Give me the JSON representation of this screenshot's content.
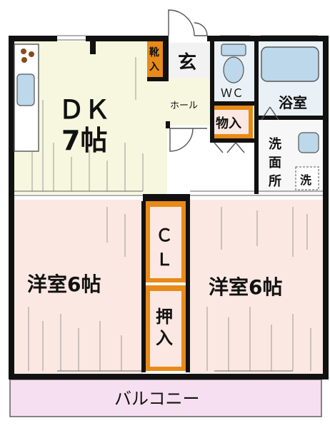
{
  "rooms": {
    "dk": {
      "line1": "ＤＫ",
      "line2": "7帖"
    },
    "genkan": "玄",
    "kutsuire": [
      "靴",
      "入"
    ],
    "hall": "ホール",
    "wc": "ＷＣ",
    "bath": "浴室",
    "monoire": "物入",
    "senmenjo": [
      "洗",
      "面",
      "所"
    ],
    "sentaku": "洗",
    "cl": [
      "Ｃ",
      "Ｌ"
    ],
    "oshiire": [
      "押",
      "入"
    ],
    "youshitsu_left": "洋室6帖",
    "youshitsu_right": "洋室6帖",
    "balcony": "バルコニー"
  },
  "colors": {
    "wall": "#111111",
    "dk_floor": "#f7f7df",
    "room_floor": "#fbe8e2",
    "wet_floor": "#e9f1f7",
    "storage": "#e88a18",
    "balcony": "#f6dff0",
    "fixture": "#bcd8ea"
  }
}
